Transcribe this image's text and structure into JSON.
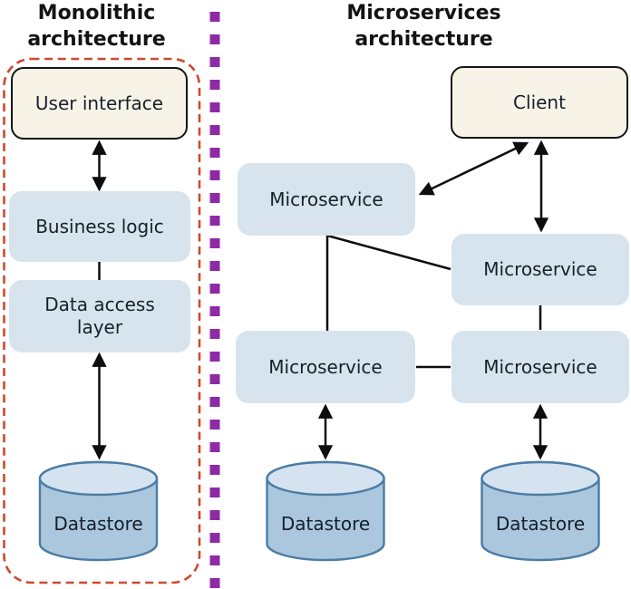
{
  "palette": {
    "box_cream": "#f7f4e7",
    "box_blue": "#d8e4ed",
    "cylinder_body": "#abc7dd",
    "cylinder_top": "#d5e3f0",
    "cylinder_border": "#4b7ca6",
    "boundary_red_dashed": "#cd4a2e",
    "divider_purple": "#8f2aa5",
    "arrow_black": "#0d0d0d",
    "text_dark": "#15202b",
    "background": "#ffffff"
  },
  "monolithic": {
    "title": "Monolithic\narchitecture",
    "user_interface": "User interface",
    "business_logic": "Business logic",
    "data_access_layer": "Data access layer",
    "datastore": "Datastore"
  },
  "microservices": {
    "title": "Microservices\narchitecture",
    "client": "Client",
    "microservice_top_left": "Microservice",
    "microservice_mid_right": "Microservice",
    "microservice_bottom_left": "Microservice",
    "microservice_bottom_right": "Microservice",
    "datastore_left": "Datastore",
    "datastore_right": "Datastore"
  }
}
